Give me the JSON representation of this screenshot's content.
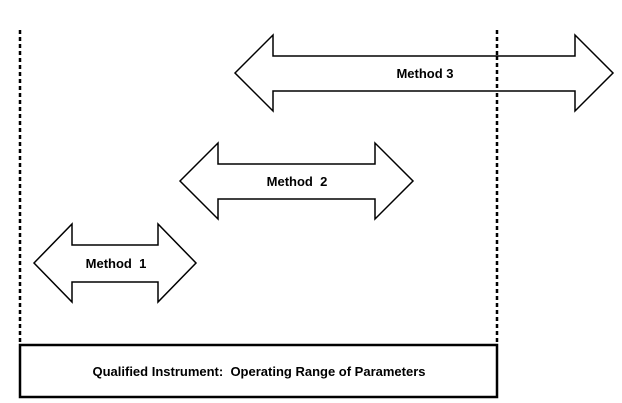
{
  "diagram": {
    "methods": [
      {
        "label": "Method  1"
      },
      {
        "label": "Method  2"
      },
      {
        "label": "Method 3"
      }
    ],
    "instrument_box": {
      "label": "Qualified Instrument:  Operating Range of Parameters"
    }
  }
}
